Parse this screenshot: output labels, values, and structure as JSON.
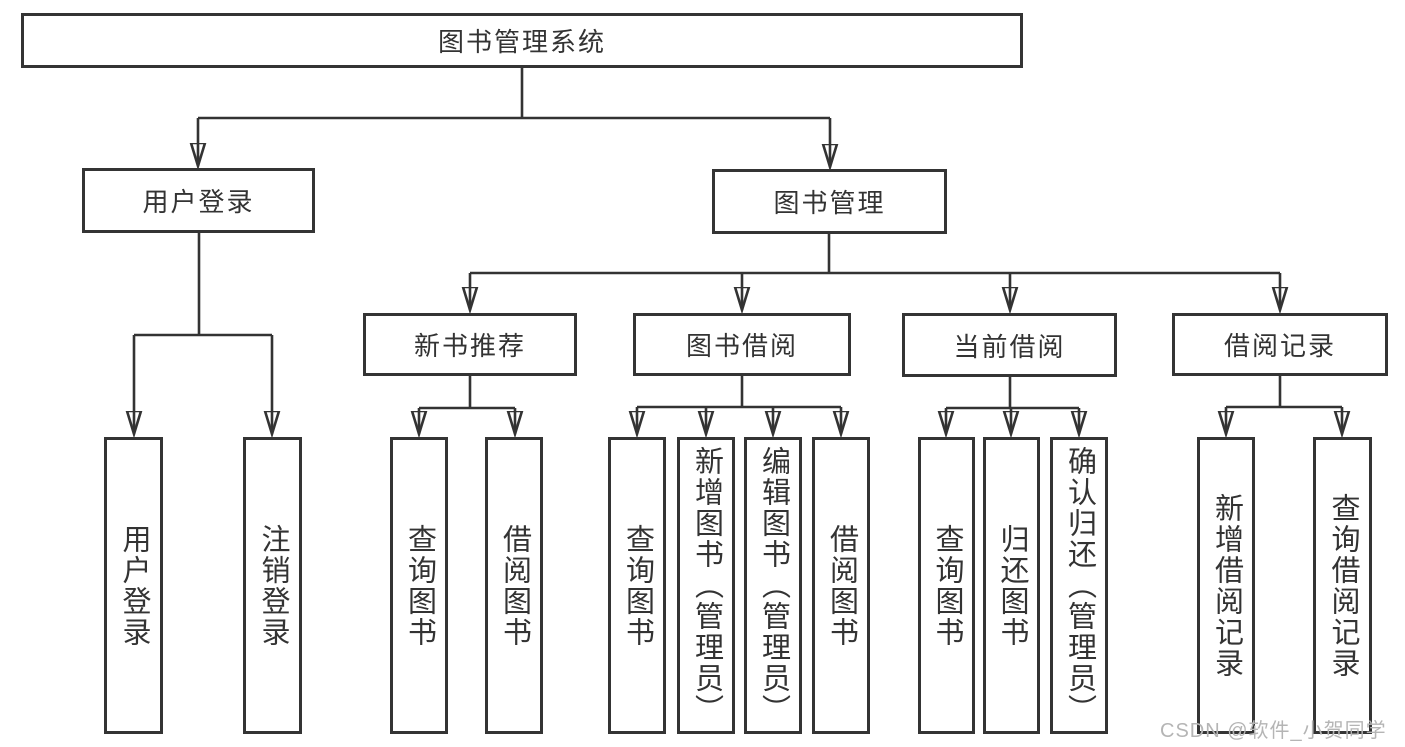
{
  "root": {
    "label": "图书管理系统"
  },
  "level2": [
    {
      "label": "用户登录",
      "parent": "图书管理系统"
    },
    {
      "label": "图书管理",
      "parent": "图书管理系统"
    }
  ],
  "level3": [
    {
      "label": "新书推荐",
      "parent": "图书管理"
    },
    {
      "label": "图书借阅",
      "parent": "图书管理"
    },
    {
      "label": "当前借阅",
      "parent": "图书管理"
    },
    {
      "label": "借阅记录",
      "parent": "图书管理"
    }
  ],
  "leaves": [
    {
      "label": "用户登录",
      "parent": "用户登录"
    },
    {
      "label": "注销登录",
      "parent": "用户登录"
    },
    {
      "label": "查询图书",
      "parent": "新书推荐"
    },
    {
      "label": "借阅图书",
      "parent": "新书推荐"
    },
    {
      "label": "查询图书",
      "parent": "图书借阅"
    },
    {
      "label": "新增图书（管理员）",
      "parent": "图书借阅"
    },
    {
      "label": "编辑图书（管理员）",
      "parent": "图书借阅"
    },
    {
      "label": "借阅图书",
      "parent": "图书借阅"
    },
    {
      "label": "查询图书",
      "parent": "当前借阅"
    },
    {
      "label": "归还图书",
      "parent": "当前借阅"
    },
    {
      "label": "确认归还（管理员）",
      "parent": "当前借阅"
    },
    {
      "label": "新增借阅记录",
      "parent": "借阅记录"
    },
    {
      "label": "查询借阅记录",
      "parent": "借阅记录"
    }
  ],
  "watermark": {
    "label": "CSDN @软件_小贺同学"
  },
  "colors": {
    "line": "#333333",
    "box_border": "#343434",
    "text": "#333333",
    "watermark": "#b5b5b5",
    "background": "#ffffff"
  }
}
